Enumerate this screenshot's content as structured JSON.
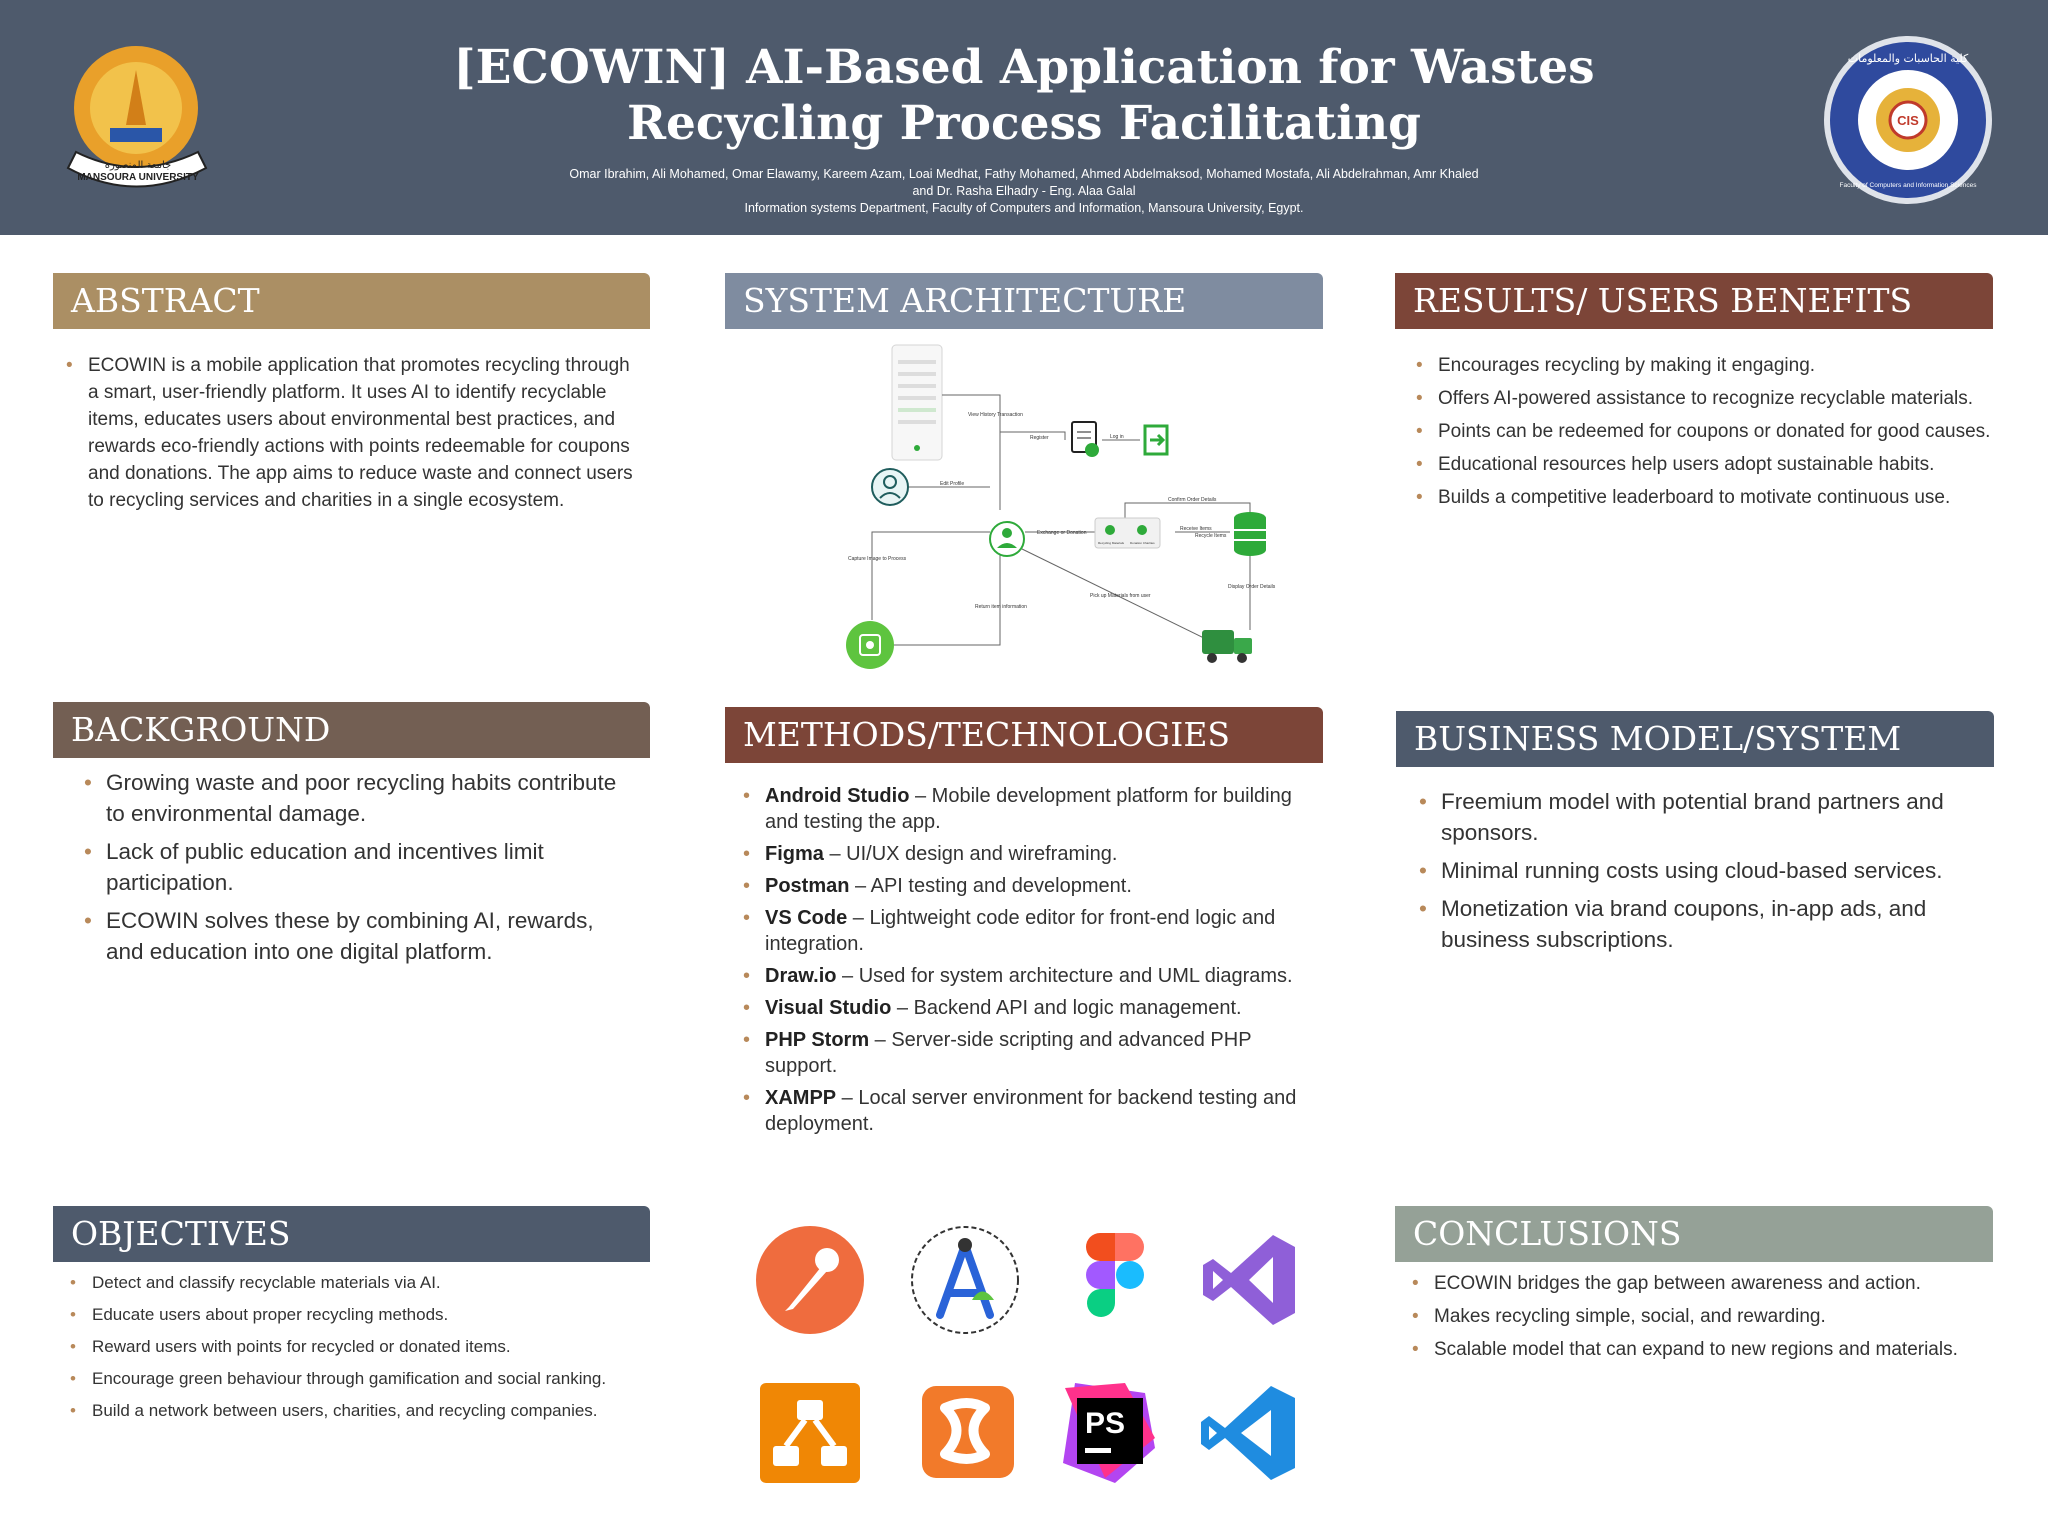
{
  "header": {
    "title_line1": "[ECOWIN] AI-Based Application for Wastes",
    "title_line2": "Recycling Process Facilitating",
    "authors_line1": "Omar Ibrahim, Ali Mohamed, Omar Elawamy, Kareem Azam, Loai Medhat, Fathy Mohamed, Ahmed Abdelmaksod, Mohamed Mostafa, Ali Abdelrahman, Amr Khaled",
    "authors_line2": "and Dr. Rasha Elhadry - Eng. Alaa Galal",
    "affiliation": "Information systems Department, Faculty of Computers and Information, Mansoura University, Egypt.",
    "left_logo_text": "MANSOURA UNIVERSITY",
    "left_logo_arabic": "جامعة المنصورة",
    "right_logo_text": "Faculty of Computers and Information Sciences",
    "right_logo_arabic": "كلية الحاسبات والمعلومات",
    "right_logo_badge": "CIS"
  },
  "sections": {
    "abstract": {
      "heading": "ABSTRACT",
      "items": [
        "ECOWIN is a mobile application that promotes recycling through a smart, user-friendly platform. It uses AI to identify recyclable items, educates users about environmental best practices, and rewards eco-friendly actions with points redeemable for coupons and donations. The app aims to reduce waste and connect users to recycling services and charities in a single ecosystem."
      ]
    },
    "background": {
      "heading": "BACKGROUND",
      "items": [
        "Growing waste and poor recycling habits contribute to environmental damage.",
        "Lack of public education and incentives limit participation.",
        "ECOWIN solves these by combining AI, rewards, and education into one digital platform."
      ]
    },
    "objectives": {
      "heading": "OBJECTIVES",
      "items": [
        "Detect and classify recyclable materials via AI.",
        "Educate users about proper recycling methods.",
        "Reward users with points for recycled or donated items.",
        "Encourage green behaviour through gamification and social ranking.",
        "Build a network between users, charities, and recycling companies."
      ]
    },
    "architecture": {
      "heading": "SYSTEM ARCHITECTURE",
      "labels": {
        "view_history": "View History Transaction",
        "register": "Register",
        "login": "Log in",
        "edit_profile": "Edit Profile",
        "exchange": "Exchange or Donation",
        "capture": "Capture Image to Process",
        "return_item": "Return item information",
        "pickup": "Pick up Materials from user",
        "display_order": "Display Order Details",
        "confirm_order": "Confirm Order Details",
        "receive_items": "Receive Items",
        "recycle_items": "Recycle Items",
        "recycling_materials": "Recycling Materials",
        "donation_charities": "Donation Charities"
      }
    },
    "methods": {
      "heading": "METHODS/TECHNOLOGIES",
      "items": [
        {
          "name": "Android Studio",
          "desc": " – Mobile development platform for building and testing the app."
        },
        {
          "name": "Figma",
          "desc": " – UI/UX design and wireframing."
        },
        {
          "name": "Postman",
          "desc": " – API testing and development."
        },
        {
          "name": "VS Code",
          "desc": " – Lightweight code editor for front-end logic and integration."
        },
        {
          "name": "Draw.io",
          "desc": " – Used for system architecture and UML diagrams."
        },
        {
          "name": "Visual Studio",
          "desc": " – Backend API and logic management."
        },
        {
          "name": "PHP Storm",
          "desc": " – Server-side scripting and advanced PHP support."
        },
        {
          "name": "XAMPP",
          "desc": " – Local server environment for backend testing and deployment."
        }
      ],
      "icon_ps_text": "PS"
    },
    "results": {
      "heading": "RESULTS/ USERS BENEFITS",
      "items": [
        "Encourages recycling by making it engaging.",
        "Offers AI-powered assistance to recognize recyclable materials.",
        "Points can be redeemed for coupons or donated for good causes.",
        "Educational resources help users adopt sustainable habits.",
        "Builds a competitive leaderboard to motivate continuous use."
      ]
    },
    "business": {
      "heading": "BUSINESS MODEL/SYSTEM COST",
      "items": [
        "Freemium model with potential brand partners and sponsors.",
        "Minimal running costs using cloud-based services.",
        "Monetization via brand coupons, in-app ads, and business subscriptions."
      ]
    },
    "conclusions": {
      "heading": "CONCLUSIONS",
      "items": [
        "ECOWIN bridges the gap between awareness and action.",
        "Makes recycling simple, social, and rewarding.",
        "Scalable model that can expand to new regions and materials."
      ]
    }
  },
  "colors": {
    "header_bg": "#4e5a6c",
    "abstract": "#ab8f64",
    "background": "#735f53",
    "objectives": "#4e5a6c",
    "architecture": "#7f8ca0",
    "methods": "#7c4538",
    "results": "#7c4538",
    "business": "#4e5a6c",
    "conclusions": "#95a197",
    "bullet": "#b8895a"
  }
}
